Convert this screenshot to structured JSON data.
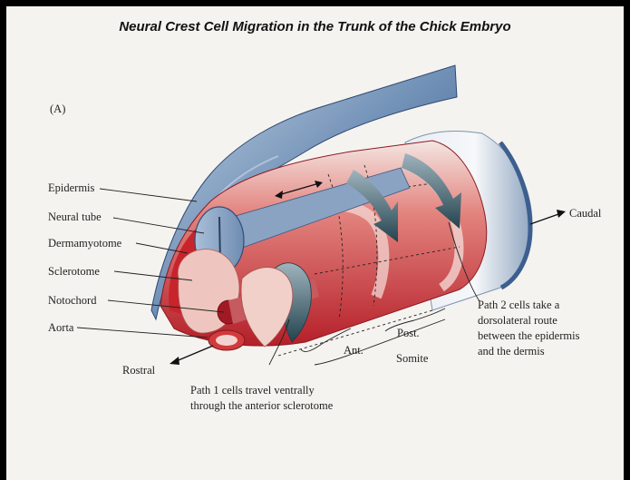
{
  "title": "Neural Crest Cell Migration in the Trunk of the Chick Embryo",
  "panel_label": "(A)",
  "labels": {
    "epidermis": "Epidermis",
    "neural_tube": "Neural tube",
    "dermamyotome": "Dermamyotome",
    "sclerotome": "Sclerotome",
    "notochord": "Notochord",
    "aorta": "Aorta",
    "rostral": "Rostral",
    "caudal": "Caudal",
    "ant": "Ant.",
    "post": "Post.",
    "somite": "Somite"
  },
  "path2_lines": [
    "Path 2 cells take a",
    "dorsolateral route",
    "between the epidermis",
    "and the dermis"
  ],
  "path1_lines": [
    "Path 1 cells travel ventrally",
    "through the anterior sclerotome"
  ],
  "colors": {
    "background": "#f5f3ef",
    "epidermis_blue": "#3e5f8e",
    "neural_tube_blue": "#9db4cf",
    "somite_red": "#c8242c",
    "somite_pink": "#ecc7c2",
    "arrow_teal": "#2f5866"
  }
}
